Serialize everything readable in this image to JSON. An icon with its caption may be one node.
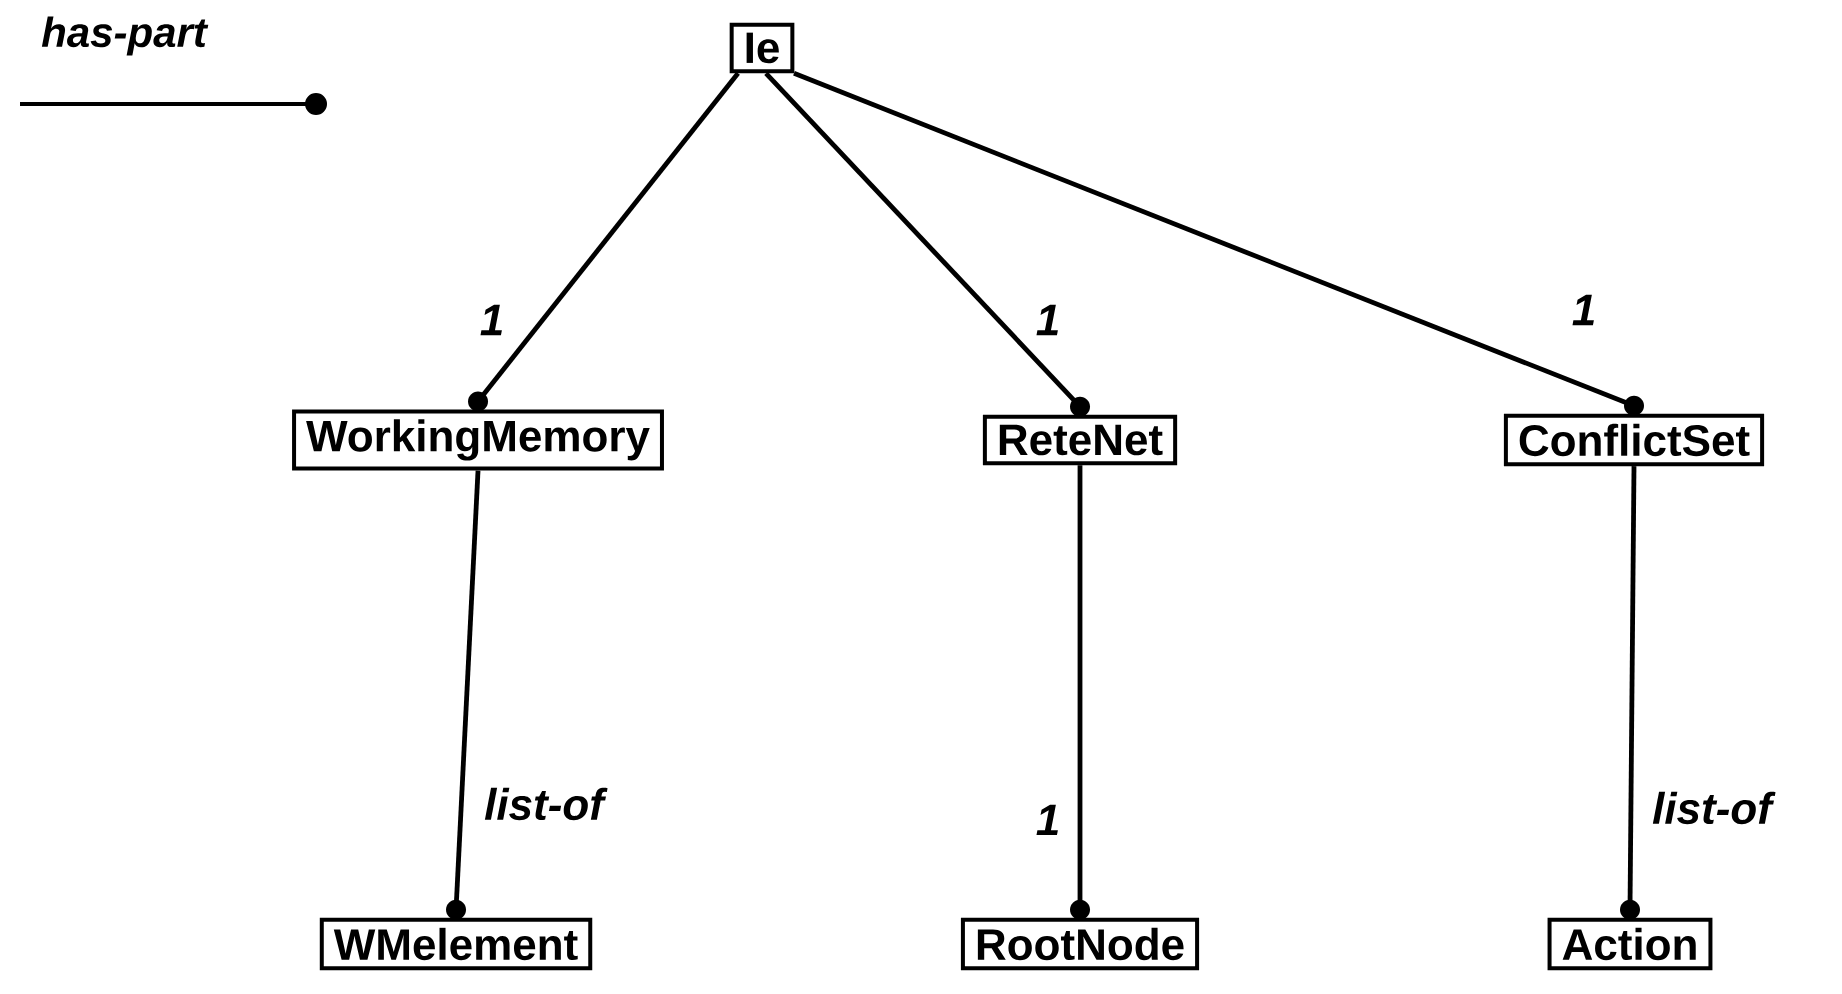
{
  "diagram": {
    "nodes": [
      {
        "text": [
          "Ie"
        ]
      },
      {
        "text": [
          "WorkingMemory"
        ]
      },
      {
        "text": [
          "ReteNet"
        ]
      },
      {
        "text": [
          "ConflictSet"
        ]
      },
      {
        "text": [
          "WMelement"
        ]
      },
      {
        "text": [
          "RootNode"
        ]
      },
      {
        "text": [
          "Action"
        ]
      }
    ],
    "edges": [
      {
        "from": 0,
        "to": 1,
        "arrow": "other",
        "label": "1"
      },
      {
        "from": 0,
        "to": 2,
        "arrow": "other",
        "label": "1"
      },
      {
        "from": 0,
        "to": 3,
        "arrow": "other",
        "label": "1"
      },
      {
        "from": 1,
        "to": 4,
        "arrow": "other",
        "label": "list-of"
      },
      {
        "from": 2,
        "to": 5,
        "arrow": "other",
        "label": "1"
      },
      {
        "from": 3,
        "to": 6,
        "arrow": "other",
        "label": "list-of"
      }
    ],
    "legend": [
      {
        "text": "has-part"
      }
    ]
  }
}
